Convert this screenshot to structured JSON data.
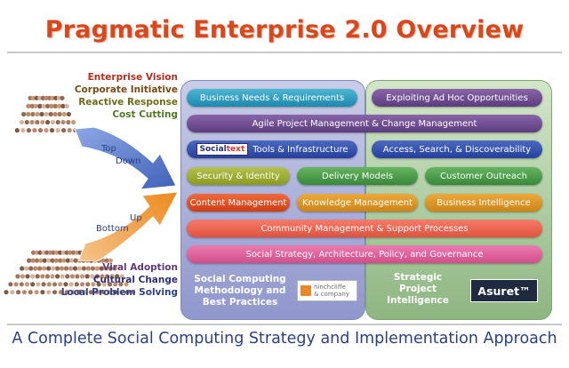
{
  "title": "Pragmatic Enterprise 2.0 Overview",
  "footer": "A Complete Social Computing Strategy and Implementation Approach",
  "top_down": {
    "label_top": "Top",
    "label_bottom": "Down",
    "drivers": [
      {
        "text": "Enterprise Vision",
        "color": "#b0301d"
      },
      {
        "text": "Corporate Initiative",
        "color": "#7a4a12"
      },
      {
        "text": "Reactive Response",
        "color": "#6e6c14"
      },
      {
        "text": "Cost Cutting",
        "color": "#4f7a1f"
      }
    ]
  },
  "bottom_up": {
    "label_left": "Bottom",
    "label_right": "Up",
    "drivers": [
      {
        "text": "Viral Adoption",
        "color": "#5d3a7a"
      },
      {
        "text": "Cultural Change",
        "color": "#2f2f74"
      },
      {
        "text": "Local Problem Solving",
        "color": "#2b3f86"
      }
    ]
  },
  "bars": {
    "business_needs": "Business Needs & Requirements",
    "exploiting_ad_hoc": "Exploiting Ad Hoc Opportunities",
    "agile_pm": "Agile Project Management & Change Management",
    "socialtext_logo_a": "Social",
    "socialtext_logo_b": "text",
    "tools_infra": "Tools & Infrastructure",
    "access_search": "Access, Search, & Discoverability",
    "security_identity": "Security & Identity",
    "delivery_models": "Delivery Models",
    "customer_outreach": "Customer Outreach",
    "content_management": "Content Management",
    "knowledge_management": "Knowledge Management",
    "business_intelligence": "Business Intelligence",
    "community_management": "Community Management & Support Processes",
    "social_strategy": "Social Strategy, Architecture, Policy, and Governance"
  },
  "left_panel": {
    "line1": "Social Computing",
    "line2": "Methodology and",
    "line3": "Best Practices"
  },
  "right_panel": {
    "line1": "Strategic",
    "line2": "Project",
    "line3": "Intelligence"
  },
  "logos": {
    "hinchcliffe_line1": "hinchcliffe",
    "hinchcliffe_line2": "& company",
    "asuret": "Asuret™"
  },
  "colors": {
    "title": "#d9481d",
    "footer": "#2b3f86",
    "arrow_down": "#4f73c4",
    "arrow_up": "#f29a2e"
  }
}
